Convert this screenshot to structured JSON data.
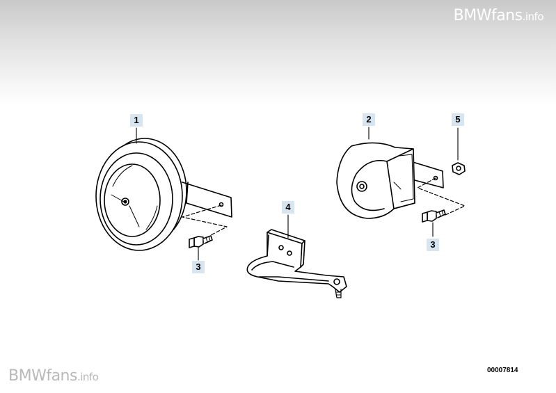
{
  "watermark": {
    "main": "BMWfans",
    "suffix": ".info"
  },
  "diagram_id": "00007814",
  "callouts": {
    "c1": "1",
    "c2": "2",
    "c3a": "3",
    "c3b": "3",
    "c4": "4",
    "c5": "5"
  },
  "colors": {
    "callout_bg": "#d7e5f1",
    "line": "#000000"
  }
}
